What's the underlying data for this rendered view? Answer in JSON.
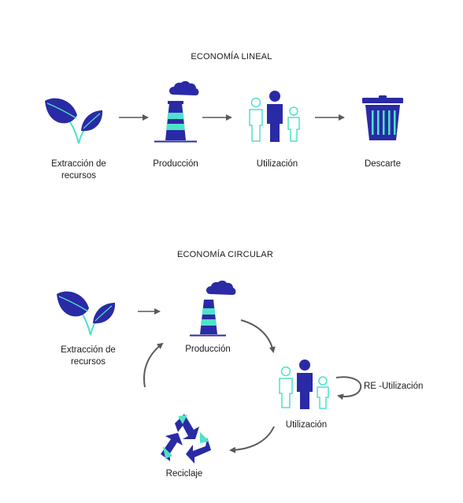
{
  "linear": {
    "title": "ECONOMÍA LINEAL",
    "steps": [
      {
        "label_line1": "Extracción de",
        "label_line2": "recursos",
        "icon": "leaf-icon"
      },
      {
        "label_line1": "Producción",
        "icon": "factory-icon"
      },
      {
        "label_line1": "Utilización",
        "icon": "people-icon"
      },
      {
        "label_line1": "Descarte",
        "icon": "trash-can-icon"
      }
    ]
  },
  "circular": {
    "title": "ECONOMÍA CIRCULAR",
    "extraction_line1": "Extracción de",
    "extraction_line2": "recursos",
    "production": "Producción",
    "utilization": "Utilización",
    "reuse": "RE -Utilización",
    "recycling": "Reciclaje"
  },
  "colors": {
    "dark_blue": "#2a2aa6",
    "navy": "#1f1f7a",
    "cyan": "#4ee2c8",
    "arrow": "#5a5a5a"
  }
}
